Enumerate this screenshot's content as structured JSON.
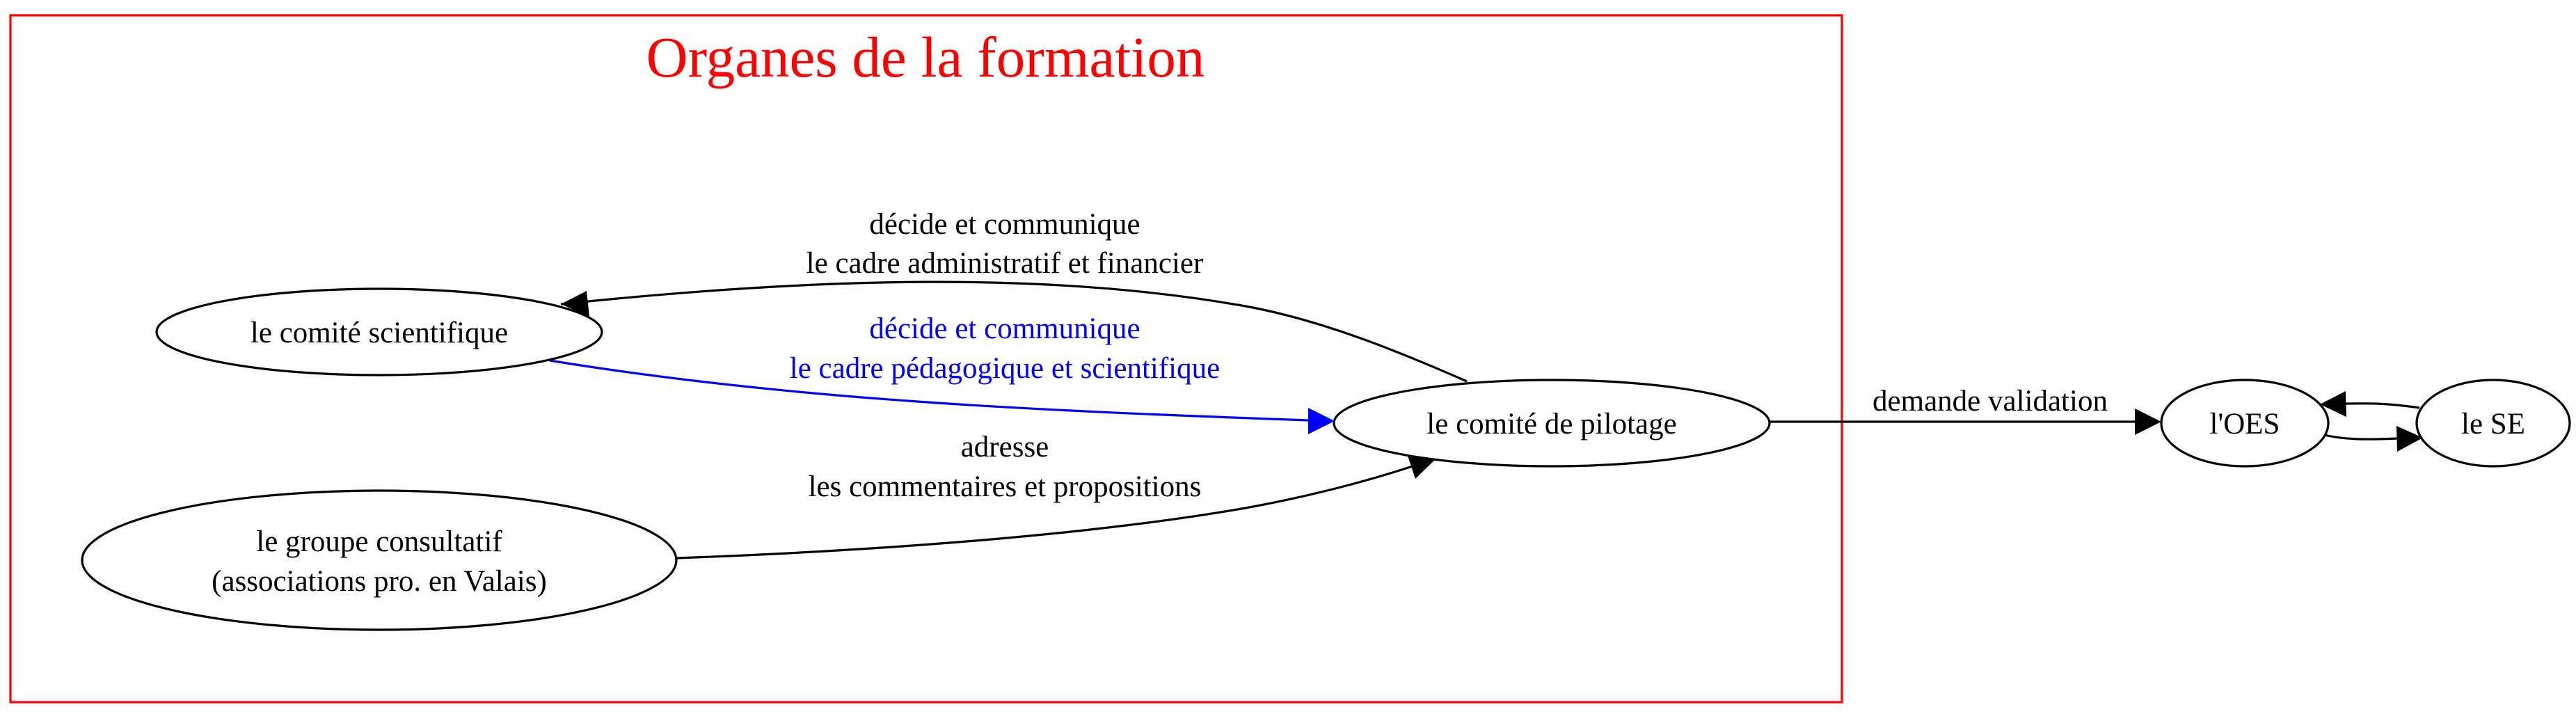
{
  "colors": {
    "cluster": "#ff0000",
    "default_edge": "#000000",
    "highlight_edge": "#0000ff"
  },
  "cluster": {
    "title": "Organes de la formation"
  },
  "nodes": {
    "comite_scientifique": {
      "label": "le comité scientifique"
    },
    "groupe_consultatif": {
      "line1": "le groupe consultatif",
      "line2": "(associations pro. en Valais)"
    },
    "comite_pilotage": {
      "label": "le comité de pilotage"
    },
    "oes": {
      "label": "l'OES"
    },
    "se": {
      "label": "le SE"
    }
  },
  "edges": {
    "pilotage_to_scientifique": {
      "line1": "décide et communique",
      "line2": "le cadre administratif et financier"
    },
    "scientifique_to_pilotage": {
      "line1": "décide et communique",
      "line2": "le cadre pédagogique et scientifique"
    },
    "consultatif_to_pilotage": {
      "line1": "adresse",
      "line2": "les commentaires et propositions"
    },
    "pilotage_to_oes": {
      "label": "demande validation"
    }
  }
}
